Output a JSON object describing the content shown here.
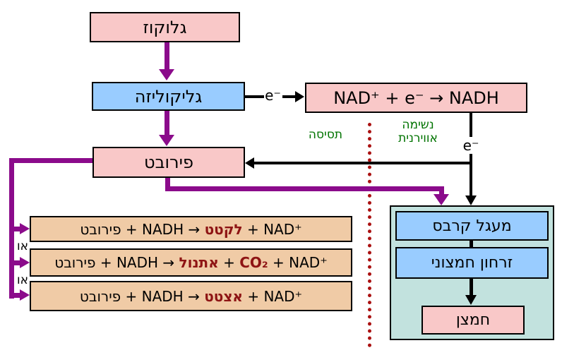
{
  "boxes": {
    "glucose": "גלוקוז",
    "glycolysis": "גליקוליזה",
    "nad_equation": "NAD⁺ + e⁻ → NADH",
    "pyruvate": "פירובט",
    "krebs": "מעגל קרבס",
    "oxidative_phosphorylation": "זרחון חמצוני",
    "oxygen": "חמצן"
  },
  "labels": {
    "electron_1": "e⁻",
    "electron_2": "e⁻",
    "fermentation": "תסיסה",
    "aerobic_line1": "נשימה",
    "aerobic_line2": "אווירנית",
    "or_1": "או",
    "or_2": "או"
  },
  "equations": [
    {
      "prefix": "פירובט + NADH → ",
      "product": "לקטט",
      "suffix": " + NAD⁺"
    },
    {
      "prefix": "פירובט + NADH → ",
      "product": "אתנול",
      "plus": " + ",
      "product2": "CO₂",
      "suffix": " + NAD⁺"
    },
    {
      "prefix": "פירובט + NADH → ",
      "product": "אצטט",
      "suffix": " + NAD⁺"
    }
  ],
  "colors": {
    "process_pink": "#f9c8c8",
    "process_blue": "#99ccff",
    "equation_tan": "#f0cba6",
    "respiration_teal": "#c2e2de",
    "flow_purple": "#8b0b8b",
    "product_dark_red": "#8e1414",
    "divider_dot_red": "#aa1111",
    "label_green": "#007300"
  }
}
